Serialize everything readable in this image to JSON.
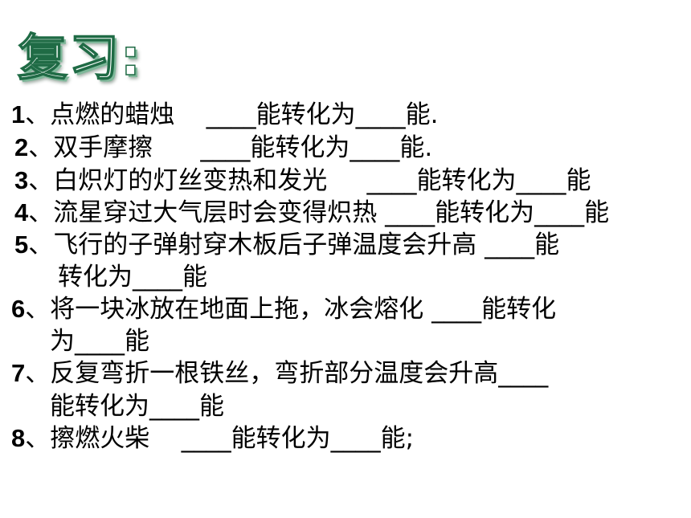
{
  "slide": {
    "title": "复习:",
    "items": [
      {
        "num": "1",
        "text": "、点燃的蜡烛    ____能转化为____能."
      },
      {
        "num": "2",
        "text": "、双手摩擦      ____能转化为____能."
      },
      {
        "num": "3",
        "text": "、白炽灯的灯丝变热和发光     ____能转化为____能"
      },
      {
        "num": "4",
        "text": "、流星穿过大气层时会变得炽热 ____能转化为____能"
      },
      {
        "num": "5",
        "text": "、飞行的子弹射穿木板后子弹温度会升高 ____能",
        "cont": "转化为____能"
      },
      {
        "num": "6",
        "text": "、将一块冰放在地面上拖，冰会熔化 ____能转化",
        "cont": "为____能"
      },
      {
        "num": "7",
        "text": "、反复弯折一根铁丝，弯折部分温度会升高____",
        "cont": "能转化为____能"
      },
      {
        "num": "8",
        "text": "、擦燃火柴    ____能转化为____能;"
      }
    ]
  }
}
